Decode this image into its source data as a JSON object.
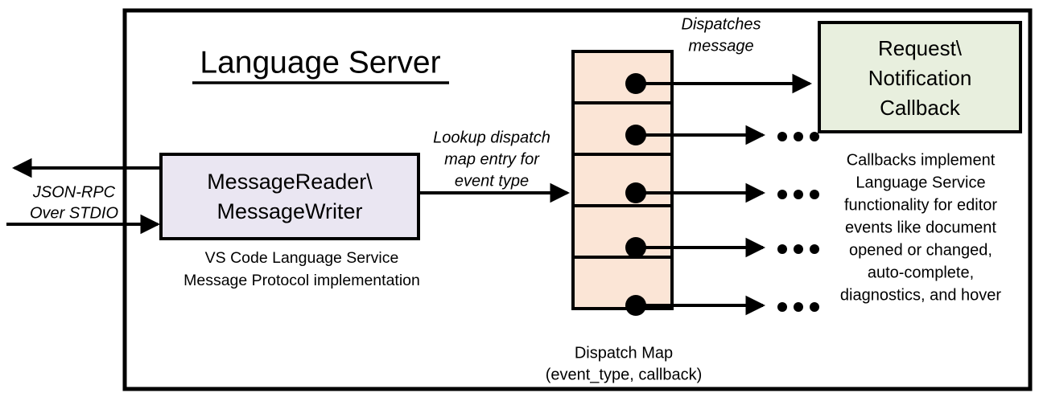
{
  "diagram": {
    "title": "Language Server",
    "colors": {
      "border": "#000000",
      "background": "#FFFFFF",
      "reader_box_fill": "#EAE6F2",
      "dispatch_cell_fill": "#FBE5D6",
      "callback_box_fill": "#E8EFDE"
    },
    "outer_container": {
      "label": "Language Server",
      "underlined": true
    },
    "io_labels": {
      "stdio_line1": "JSON-RPC",
      "stdio_line2": "Over STDIO"
    },
    "reader_writer_box": {
      "line1": "MessageReader\\",
      "line2": "MessageWriter",
      "caption_line1": "VS Code Language Service",
      "caption_line2": "Message Protocol implementation"
    },
    "lookup_label": {
      "line1": "Lookup dispatch",
      "line2": "map entry for",
      "line3": "event type"
    },
    "dispatch_map": {
      "caption_line1": "Dispatch Map",
      "caption_line2": "(event_type, callback)",
      "cell_count": 5,
      "cells": [
        {
          "index": 1,
          "has_dot": true,
          "target": "Request\\Notification Callback"
        },
        {
          "index": 2,
          "has_dot": true,
          "target": "..."
        },
        {
          "index": 3,
          "has_dot": true,
          "target": "..."
        },
        {
          "index": 4,
          "has_dot": true,
          "target": "..."
        },
        {
          "index": 5,
          "has_dot": true,
          "target": "..."
        }
      ]
    },
    "dispatch_label": {
      "line1": "Dispatches",
      "line2": "message"
    },
    "callback_box": {
      "line1": "Request\\",
      "line2": "Notification",
      "line3": "Callback"
    },
    "callback_note": {
      "line1": "Callbacks implement",
      "line2": "Language Service",
      "line3": "functionality for editor",
      "line4": "events like document",
      "line5": "opened or changed,",
      "line6": "auto-complete,",
      "line7": "diagnostics, and hover"
    },
    "ellipsis": "• • •"
  }
}
